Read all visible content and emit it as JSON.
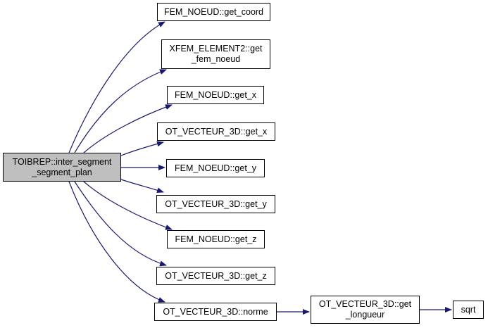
{
  "graph": {
    "edge_color": "#191970",
    "root_fill": "#bfbfbf",
    "nodes": [
      {
        "id": "root",
        "label": "TOIBREP::inter_segment\n_segment_plan",
        "root": true
      },
      {
        "id": "n1",
        "label": "FEM_NOEUD::get_coord"
      },
      {
        "id": "n2",
        "label": "XFEM_ELEMENT2::get\n_fem_noeud"
      },
      {
        "id": "n3",
        "label": "FEM_NOEUD::get_x"
      },
      {
        "id": "n4",
        "label": "OT_VECTEUR_3D::get_x"
      },
      {
        "id": "n5",
        "label": "FEM_NOEUD::get_y"
      },
      {
        "id": "n6",
        "label": "OT_VECTEUR_3D::get_y"
      },
      {
        "id": "n7",
        "label": "FEM_NOEUD::get_z"
      },
      {
        "id": "n8",
        "label": "OT_VECTEUR_3D::get_z"
      },
      {
        "id": "n9",
        "label": "OT_VECTEUR_3D::norme"
      },
      {
        "id": "n10",
        "label": "OT_VECTEUR_3D::get\n_longueur"
      },
      {
        "id": "n11",
        "label": "sqrt"
      }
    ],
    "edges": [
      {
        "from": "root",
        "to": "n1"
      },
      {
        "from": "root",
        "to": "n2"
      },
      {
        "from": "root",
        "to": "n3"
      },
      {
        "from": "root",
        "to": "n4"
      },
      {
        "from": "root",
        "to": "n5"
      },
      {
        "from": "root",
        "to": "n6"
      },
      {
        "from": "root",
        "to": "n7"
      },
      {
        "from": "root",
        "to": "n8"
      },
      {
        "from": "root",
        "to": "n9"
      },
      {
        "from": "n9",
        "to": "n10"
      },
      {
        "from": "n10",
        "to": "n11"
      }
    ]
  }
}
